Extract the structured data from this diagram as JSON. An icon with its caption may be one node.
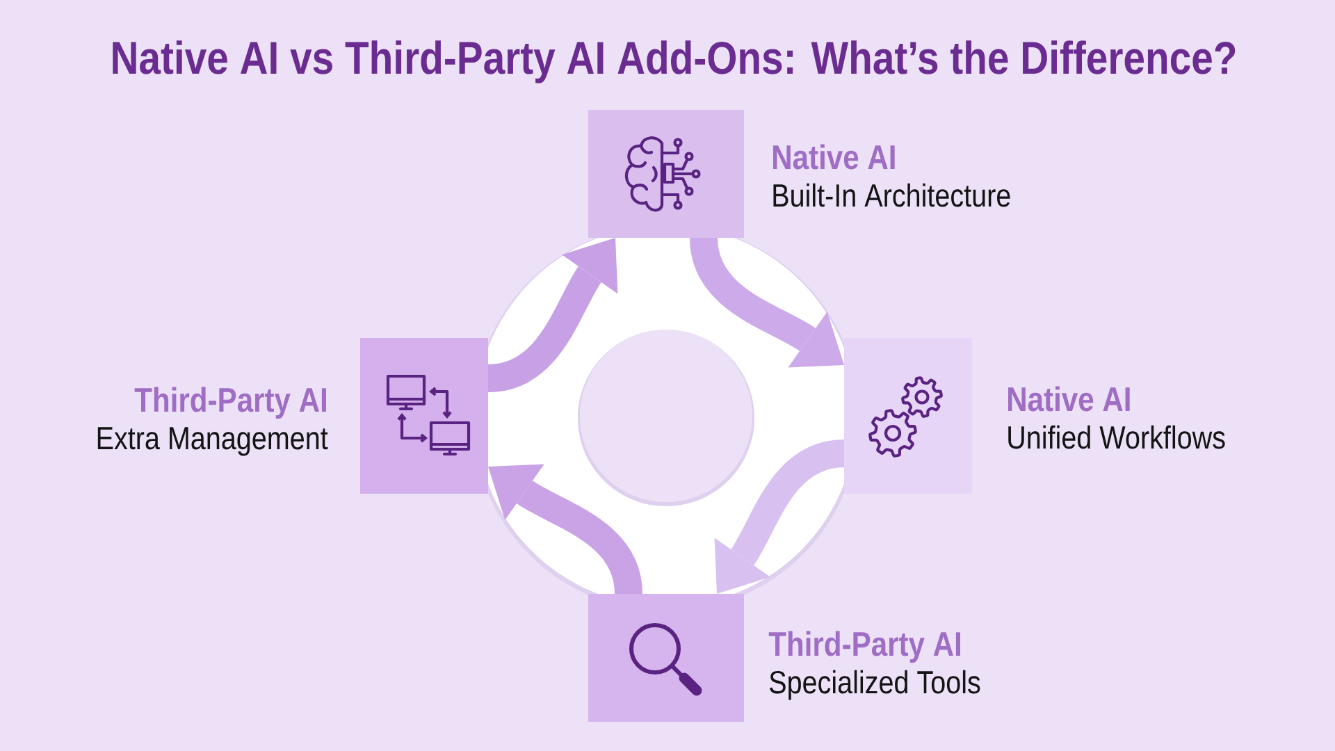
{
  "diagram": {
    "title": "Native AI vs Third-Party AI Add-Ons: What’s the Difference?",
    "nodes": [
      {
        "text": [
          "Native AI",
          "Built-In Architecture"
        ]
      },
      {
        "text": [
          "Third-Party AI",
          "Extra Management"
        ]
      },
      {
        "text": [
          "Native AI",
          "Unified Workflows"
        ]
      },
      {
        "text": [
          "Third-Party AI",
          "Specialized Tools"
        ]
      }
    ],
    "edges": [
      {
        "from": 1,
        "to": 0,
        "arrow": "to"
      },
      {
        "from": 0,
        "to": 2,
        "arrow": "to"
      },
      {
        "from": 2,
        "to": 3,
        "arrow": "to"
      },
      {
        "from": 3,
        "to": 1,
        "arrow": "to"
      }
    ]
  }
}
